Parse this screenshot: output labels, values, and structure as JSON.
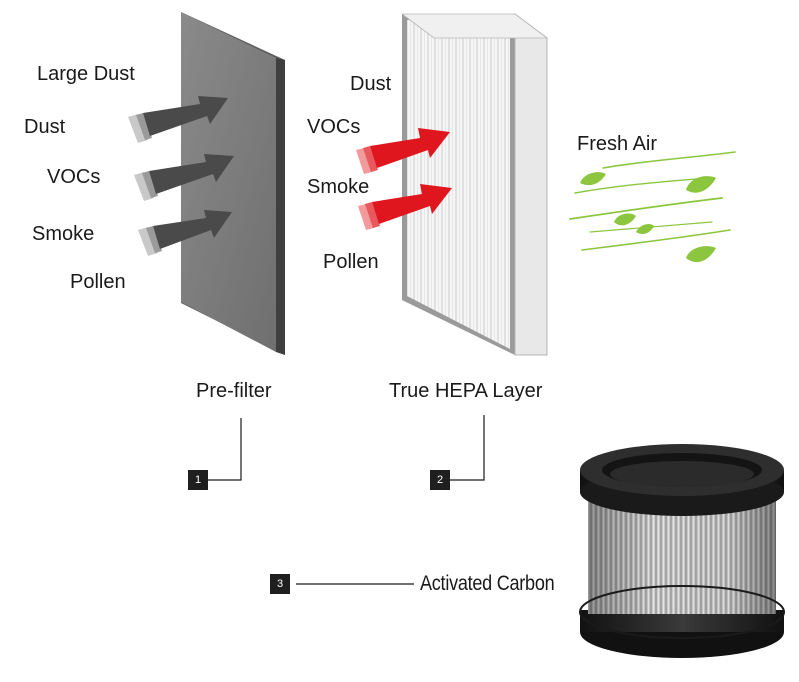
{
  "prefilter": {
    "labels": [
      "Large Dust",
      "Dust",
      "VOCs",
      "Smoke",
      "Pollen"
    ],
    "caption": "Pre-filter",
    "step": "1"
  },
  "hepa": {
    "labels": [
      "Dust",
      "VOCs",
      "Smoke",
      "Pollen"
    ],
    "caption": "True HEPA Layer",
    "step": "2"
  },
  "fresh_air": "Fresh Air",
  "carbon": {
    "caption": "Activated Carbon",
    "step": "3"
  },
  "colors": {
    "gray_arrow": "#4a4a4a",
    "red_arrow": "#e0161f",
    "leaf_green": "#8cc63f",
    "prefilter_panel": "#7d7d7d"
  }
}
